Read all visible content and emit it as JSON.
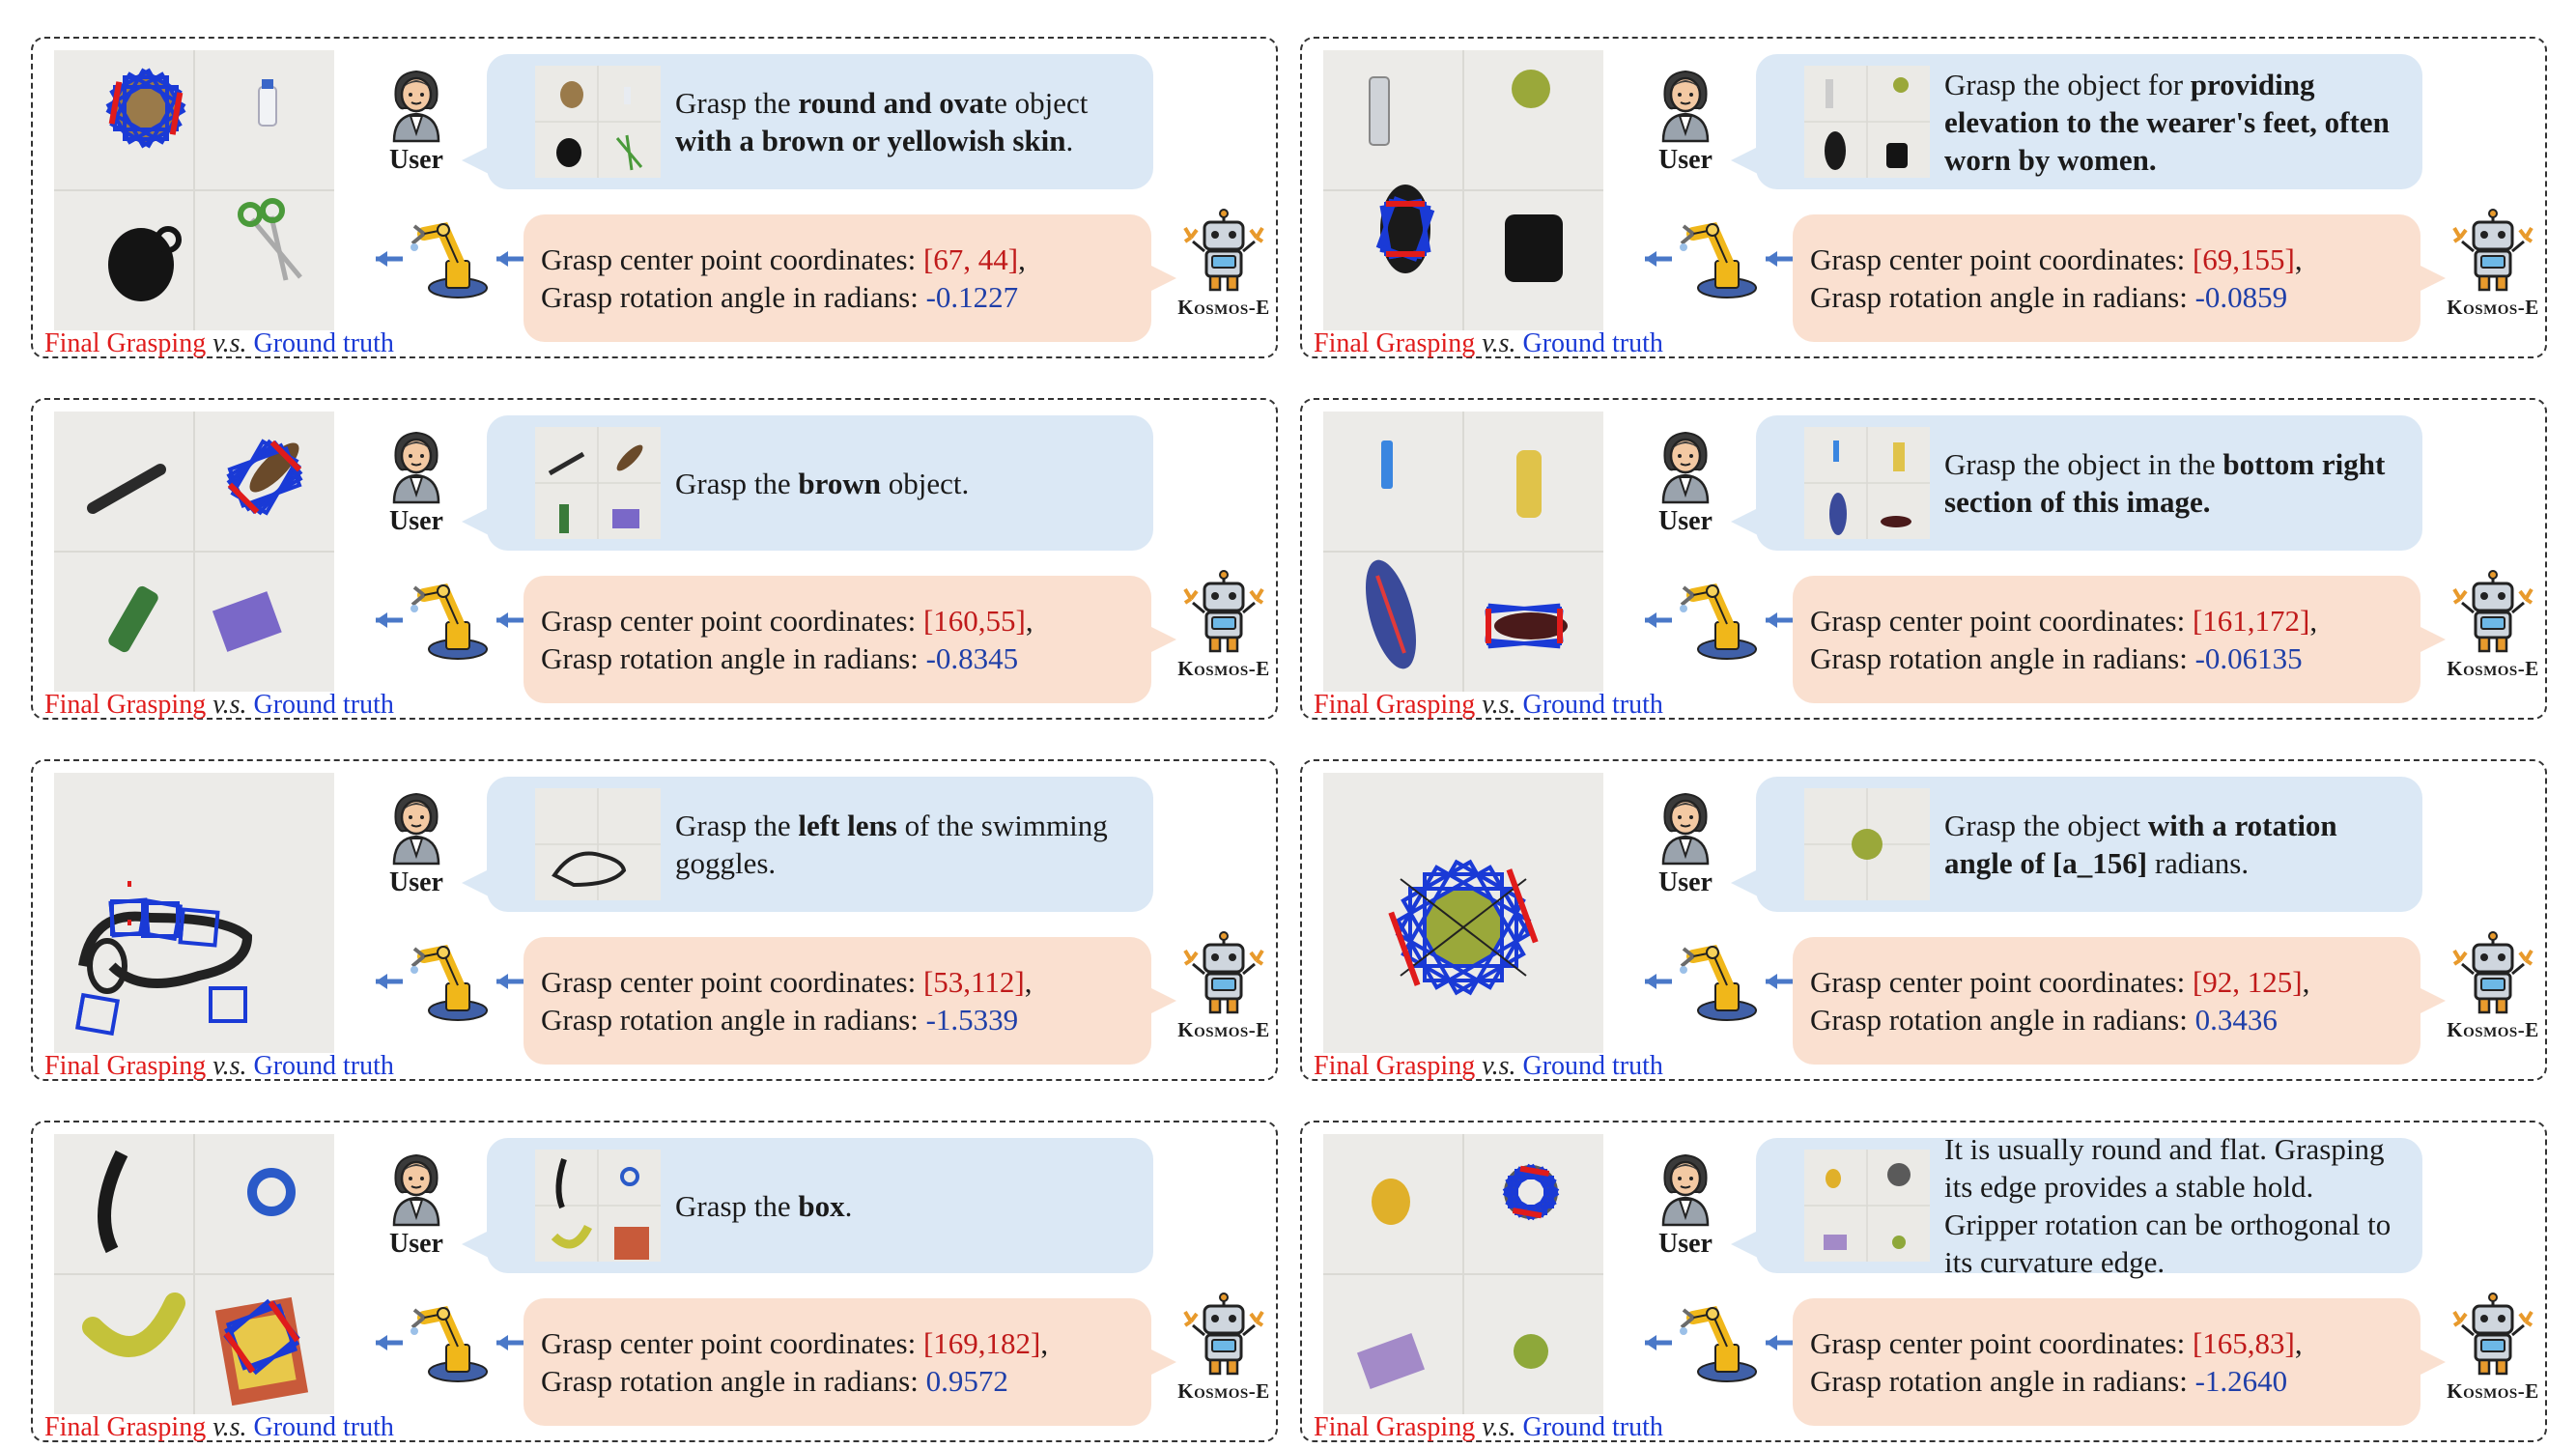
{
  "labels": {
    "user": "User",
    "agent": "Kosmos-E",
    "caption_final": "Final Grasping",
    "caption_vs": "v.s.",
    "caption_gt": "Ground truth",
    "coord_prefix": "Grasp center point coordinates: ",
    "angle_prefix": "Grasp rotation angle in radians: "
  },
  "colors": {
    "final_grasp": "#e01b1b",
    "ground_truth": "#1a3ad6",
    "user_bubble": "#dbe8f5",
    "response_bubble": "#fae0d0"
  },
  "panels": [
    {
      "instr": [
        {
          "t": "Grasp the "
        },
        {
          "t": "round and ovat",
          "b": true
        },
        {
          "t": "e object "
        },
        {
          "t": "with a brown or yellowish skin",
          "b": true
        },
        {
          "t": "."
        }
      ],
      "coord": "[67, 44]",
      "angle": "-0.1227"
    },
    {
      "instr": [
        {
          "t": "Grasp the object for "
        },
        {
          "t": "providing elevation to the wearer's feet, often worn by women.",
          "b": true
        }
      ],
      "coord": "[69,155]",
      "angle": "-0.0859"
    },
    {
      "instr": [
        {
          "t": "Grasp the "
        },
        {
          "t": "brown",
          "b": true
        },
        {
          "t": " object."
        }
      ],
      "coord": "[160,55]",
      "angle": "-0.8345"
    },
    {
      "instr": [
        {
          "t": "Grasp the object in the "
        },
        {
          "t": "bottom right section of this image.",
          "b": true
        }
      ],
      "coord": "[161,172]",
      "angle": "-0.06135"
    },
    {
      "instr": [
        {
          "t": "Grasp the "
        },
        {
          "t": "left lens",
          "b": true
        },
        {
          "t": " of the swimming goggles."
        }
      ],
      "coord": "[53,112]",
      "angle": "-1.5339"
    },
    {
      "instr": [
        {
          "t": "Grasp the object "
        },
        {
          "t": "with a rotation angle of [a_156]",
          "b": true
        },
        {
          "t": " radians."
        }
      ],
      "coord": "[92, 125]",
      "angle": "0.3436"
    },
    {
      "instr": [
        {
          "t": "Grasp the "
        },
        {
          "t": "box",
          "b": true
        },
        {
          "t": "."
        }
      ],
      "coord": "[169,182]",
      "angle": "0.9572"
    },
    {
      "instr": [
        {
          "t": "It is usually round and flat. Grasping its edge provides a stable hold. Gripper rotation can be orthogonal to its curvature edge."
        }
      ],
      "coord": "[165,83]",
      "angle": "-1.2640"
    }
  ]
}
